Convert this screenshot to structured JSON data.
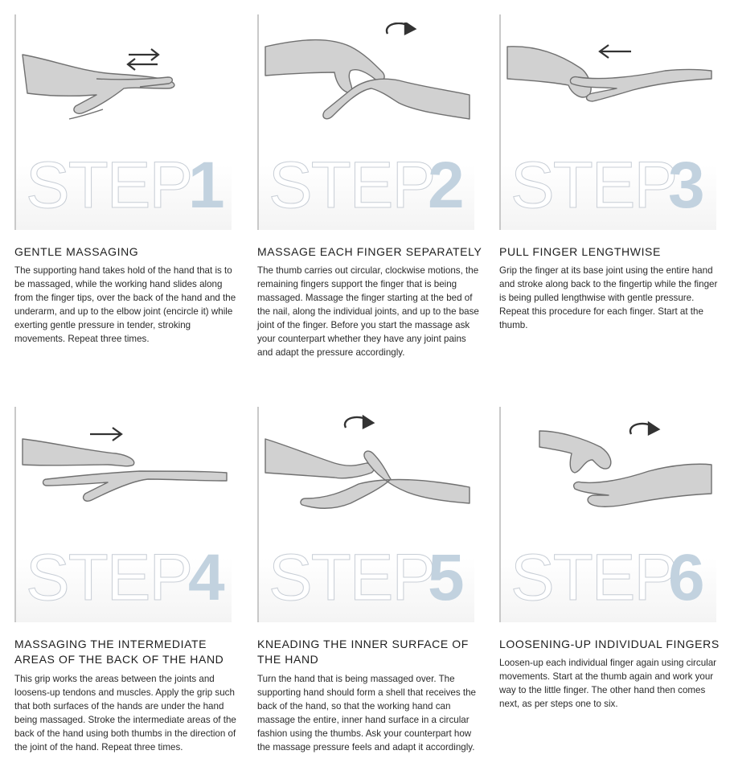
{
  "steps": [
    {
      "step_word": "STEP",
      "number": "1",
      "title": "GENTLE MASSAGING",
      "description": "The supporting hand takes hold of the hand that is to be massaged, while the working hand slides along from the finger tips, over the back of the hand and the underarm, and up to the elbow joint (encircle it) while exerting gentle pressure in tender, stroking movements. Repeat three times.",
      "icon": "double-arrow-left-right-icon"
    },
    {
      "step_word": "STEP",
      "number": "2",
      "title": "MASSAGE EACH FINGER SEPARATELY",
      "description": "The thumb carries out circular, clockwise motions, the remaining fingers support the finger that is being massaged. Massage the finger starting at the bed of the nail, along the individual joints, and up to the base joint of the finger. Before you start the massage ask your counterpart whether they have any joint pains and adapt the pressure accordingly.",
      "icon": "clockwise-rotation-icon"
    },
    {
      "step_word": "STEP",
      "number": "3",
      "title": "PULL FINGER LENGTHWISE",
      "description": "Grip the finger at its base joint using the entire hand and stroke along back to the fingertip while the finger is being pulled lengthwise with gentle pressure. Repeat this procedure for each finger. Start at the thumb.",
      "icon": "arrow-left-icon"
    },
    {
      "step_word": "STEP",
      "number": "4",
      "title": "MASSAGING THE INTERMEDIATE AREAS OF THE BACK OF THE HAND",
      "description": "This grip works the areas between the joints and loosens-up tendons and muscles. Apply the grip such that both surfaces of the hands are under the hand being massaged. Stroke the intermediate areas of the back of the hand using both thumbs in the direction of the joint of the hand. Repeat three times.",
      "icon": "arrow-right-icon"
    },
    {
      "step_word": "STEP",
      "number": "5",
      "title": "KNEADING THE INNER SURFACE OF THE HAND",
      "description": "Turn the hand that is being massaged over. The supporting hand should form a shell that receives the back of the hand, so that the working hand can massage the entire, inner hand surface in a circular fashion using the thumbs. Ask your counterpart how the massage pressure feels and adapt it accordingly.",
      "icon": "clockwise-rotation-icon"
    },
    {
      "step_word": "STEP",
      "number": "6",
      "title": "LOOSENING-UP INDIVIDUAL FINGERS",
      "description": "Loosen-up each individual finger again using circular movements. Start at the thumb again and work your way to the little finger. The other hand then comes next, as per steps one to six.",
      "icon": "clockwise-rotation-icon"
    }
  ],
  "colors": {
    "step_number": "#c2d2df",
    "step_outline": "#c8ced6",
    "divider": "#c9c9c9",
    "hand_fill": "#cfcfcf",
    "hand_stroke": "#6f6f6f"
  }
}
